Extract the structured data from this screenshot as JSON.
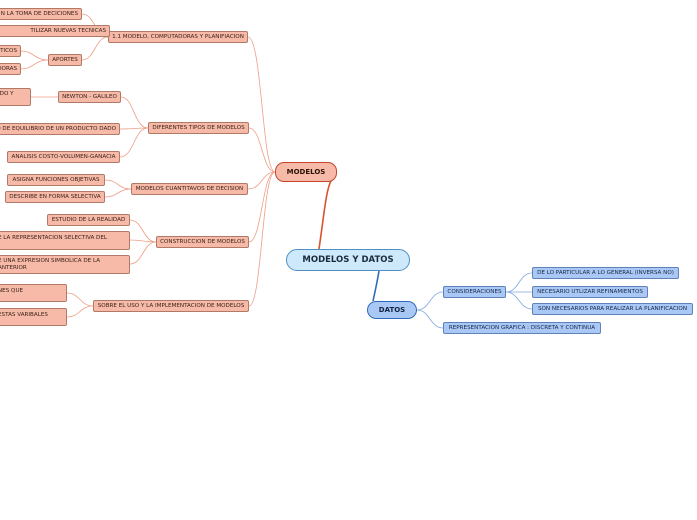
{
  "central": "MODELOS Y DATOS",
  "modelos": {
    "label": "MODELOS",
    "groups": {
      "g1": {
        "label": "1.1 MODELO, COMPUTADORAS Y PLANIFIACION",
        "items": [
          "N LA TOMA DE DECICIONES",
          "TILIZAR NUEVAS TECNICAS"
        ],
        "aportes": {
          "label": "APORTES",
          "items": [
            "TICOS",
            "DORAS"
          ]
        }
      },
      "g2": {
        "label": "DIFERENTES TIPOS DE MODELOS",
        "newton": {
          "label": "NEWTON - GALILEO",
          "items": [
            "IDO Y"
          ]
        },
        "items": [
          "O DE EQUILIBRIO DE UN PRODUCTO DADO",
          "ANALISIS COSTO-VOLUMEN-GANACIA"
        ]
      },
      "g3": {
        "label": "MODELOS CUANTITAVOS DE DECISION",
        "items": [
          "ASIGNA FUNCIONES OBJETIVAS",
          "DESCRIBE EN FORMA SELECTIVA"
        ]
      },
      "g4": {
        "label": "CONSTRUCCION DE MODELOS",
        "items": [
          "ESTUDIO DE LA REALIDAD",
          "E LA REPRESENTACION SELECTIVA DEL",
          "E UNA EXPRESION SIMBOLICA DE LA ANTERIOR"
        ]
      },
      "g5": {
        "label": "SOBRE EL USO Y LA IMPLEMENTACION DE MODELOS",
        "items": [
          "NES QUE",
          "ESTAS VARIBALES"
        ]
      }
    }
  },
  "datos": {
    "label": "DATOS",
    "consideraciones": {
      "label": "CONSIDERACIONES",
      "items": [
        "DE LO PARTICULAR A LO GENERAL (INVERSA NO)",
        "NECESARIO UTLIZAR REFINAMIENTOS",
        "SON NECESARIOS PARA REALIZAR LA PLANIFICACION"
      ]
    },
    "representacion": "REPRESENTACION GRAFICA : DISCRETA Y CONTINUA"
  },
  "colors": {
    "modelos_fill": "#f7b9a8",
    "modelos_line": "#e8866c",
    "datos_fill": "#a9c8f5",
    "datos_line": "#2f6cbd",
    "root_fill": "#cde9fb"
  }
}
